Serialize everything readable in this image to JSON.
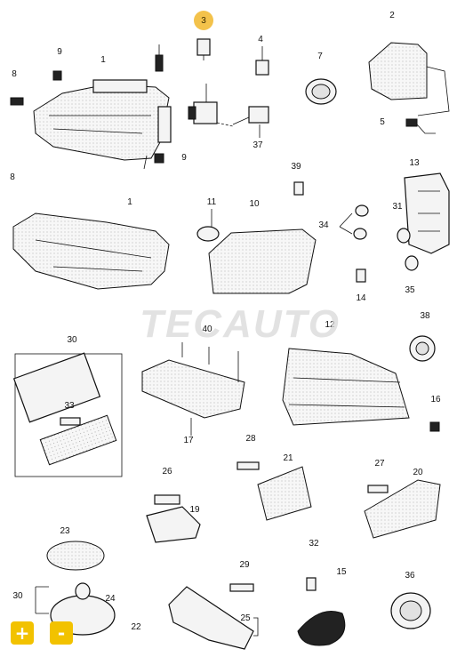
{
  "watermark": "TECAUTO",
  "highlighted_callout": "3",
  "callouts": [
    "1",
    "1",
    "2",
    "4",
    "5",
    "7",
    "8",
    "8",
    "9",
    "9",
    "10",
    "11",
    "12",
    "13",
    "14",
    "15",
    "16",
    "17",
    "19",
    "20",
    "21",
    "22",
    "23",
    "24",
    "25",
    "26",
    "27",
    "28",
    "29",
    "30",
    "30",
    "31",
    "32",
    "33",
    "34",
    "35",
    "36",
    "37",
    "38",
    "39",
    "40"
  ],
  "controls": {
    "zoom_in": "+",
    "zoom_out": "-"
  },
  "colors": {
    "highlight": "#f3c24b",
    "buttons": "#f2c200"
  }
}
